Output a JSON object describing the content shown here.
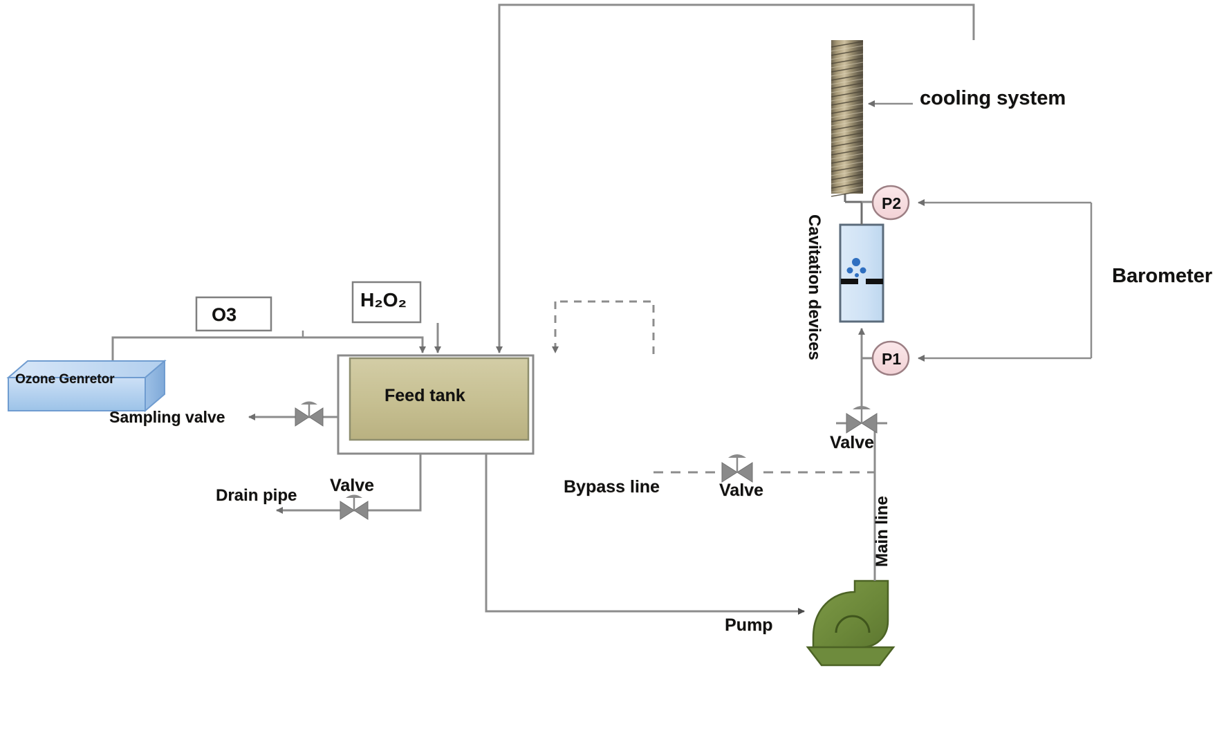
{
  "diagram": {
    "title": "Hydrodynamic cavitation pilot plant flow diagram",
    "background_color": "#ffffff",
    "line_color": "#808080"
  },
  "equipment": {
    "ozone_generator": {
      "label": "Ozone Genretor",
      "fill_top": "#c9dcf2",
      "fill_front": "#a8c8ea",
      "stroke": "#5b8fc9"
    },
    "o3_box": {
      "label": "O3",
      "fill": "#ffffff",
      "stroke": "#7f7f7f"
    },
    "h2o2_box": {
      "label_html": "H₂O₂",
      "fill": "#ffffff",
      "stroke": "#7f7f7f"
    },
    "feed_tank": {
      "label": "Feed tank",
      "fill": "#c8c295",
      "stroke": "#8a8a6a"
    },
    "cavitation_device": {
      "label": "Cavitation devices",
      "fill": "#d6e6f7",
      "stroke": "#5a6a7a",
      "orifice_color": "#111111",
      "bubble_color": "#2f6fc0"
    },
    "cooling_system": {
      "label": "cooling system",
      "coil_color": "#8f8368"
    },
    "pump": {
      "label": "Pump",
      "fill": "#6e8b3d",
      "stroke": "#4f661f"
    },
    "barometer": {
      "label": "Barometer"
    },
    "gauge_p1": {
      "label": "P1",
      "fill": "#f7dcdf",
      "stroke": "#9a7b80"
    },
    "gauge_p2": {
      "label": "P2",
      "fill": "#f7dcdf",
      "stroke": "#9a7b80"
    }
  },
  "lines": {
    "main_line": {
      "label": "Main line",
      "style": "solid"
    },
    "bypass_line": {
      "label": "Bypass line",
      "style": "dashed"
    }
  },
  "valves": {
    "sampling_valve": {
      "label": "Sampling valve"
    },
    "drain_valve": {
      "label": "Valve"
    },
    "drain_pipe": {
      "label": "Drain pipe"
    },
    "bypass_valve": {
      "label": "Valve"
    },
    "main_valve": {
      "label": "Valve"
    }
  },
  "labels": [
    "Ozone Genretor",
    "O3",
    "H₂O₂",
    "Feed tank",
    "Sampling valve",
    "Drain pipe",
    "Valve",
    "Bypass line",
    "Valve",
    "Valve",
    "Pump",
    "Main line",
    "Cavitation devices",
    "cooling system",
    "P1",
    "P2",
    "Barometer"
  ]
}
